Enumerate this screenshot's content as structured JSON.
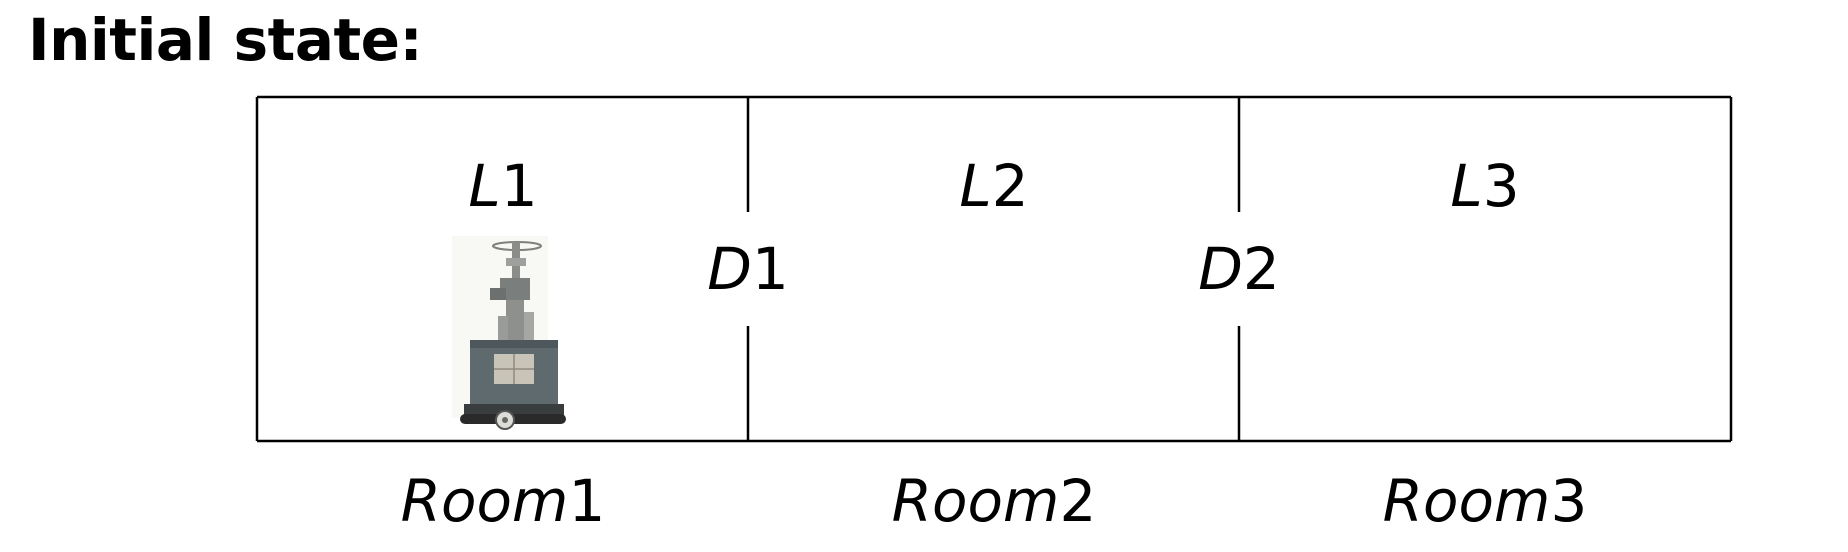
{
  "heading": "Initial state:",
  "rooms": [
    {
      "name_italic": "Room",
      "name_num": "1",
      "location_italic": "L",
      "location_num": "1",
      "has_robot": true
    },
    {
      "name_italic": "Room",
      "name_num": "2",
      "location_italic": "L",
      "location_num": "2",
      "has_robot": false
    },
    {
      "name_italic": "Room",
      "name_num": "3",
      "location_italic": "L",
      "location_num": "3",
      "has_robot": false
    }
  ],
  "doors": [
    {
      "italic": "D",
      "num": "1"
    },
    {
      "italic": "D",
      "num": "2"
    }
  ],
  "robot": {
    "icon": "robot-icon",
    "colors": {
      "body": "#5f6a6e",
      "mast": "#8a8d8a",
      "tracks": "#2a2a2a",
      "plate": "#c9c4b8"
    }
  }
}
